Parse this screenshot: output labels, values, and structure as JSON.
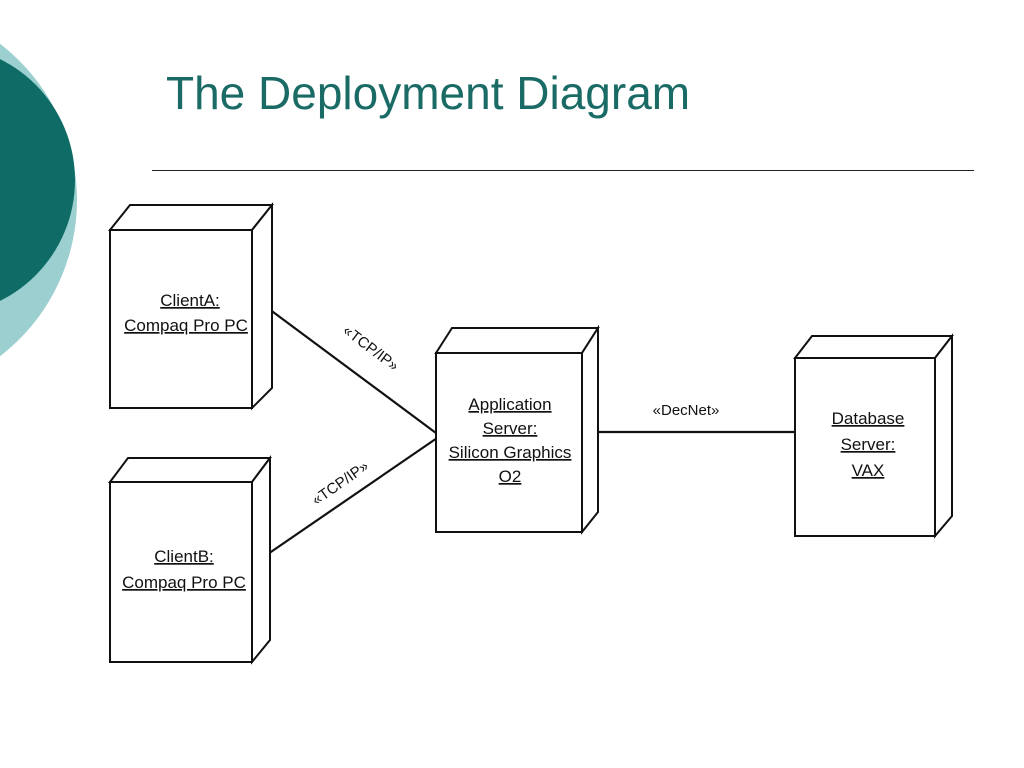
{
  "slide": {
    "title": "The Deployment Diagram"
  },
  "theme": {
    "accent_dark": "#0f6b66",
    "accent_light": "#9ccfcf",
    "line": "#111111"
  },
  "diagram": {
    "nodes": [
      {
        "id": "clientA",
        "label_lines": [
          "ClientA:",
          "Compaq Pro PC"
        ]
      },
      {
        "id": "clientB",
        "label_lines": [
          "ClientB:",
          "Compaq Pro PC"
        ]
      },
      {
        "id": "appServer",
        "label_lines": [
          "Application",
          "Server:",
          "Silicon Graphics",
          "O2"
        ]
      },
      {
        "id": "dbServer",
        "label_lines": [
          "Database",
          "Server:",
          "VAX"
        ]
      }
    ],
    "connections": [
      {
        "from": "clientA",
        "to": "appServer",
        "label": "«TCP/IP»"
      },
      {
        "from": "clientB",
        "to": "appServer",
        "label": "«TCP/IP»"
      },
      {
        "from": "appServer",
        "to": "dbServer",
        "label": "«DecNet»"
      }
    ]
  }
}
